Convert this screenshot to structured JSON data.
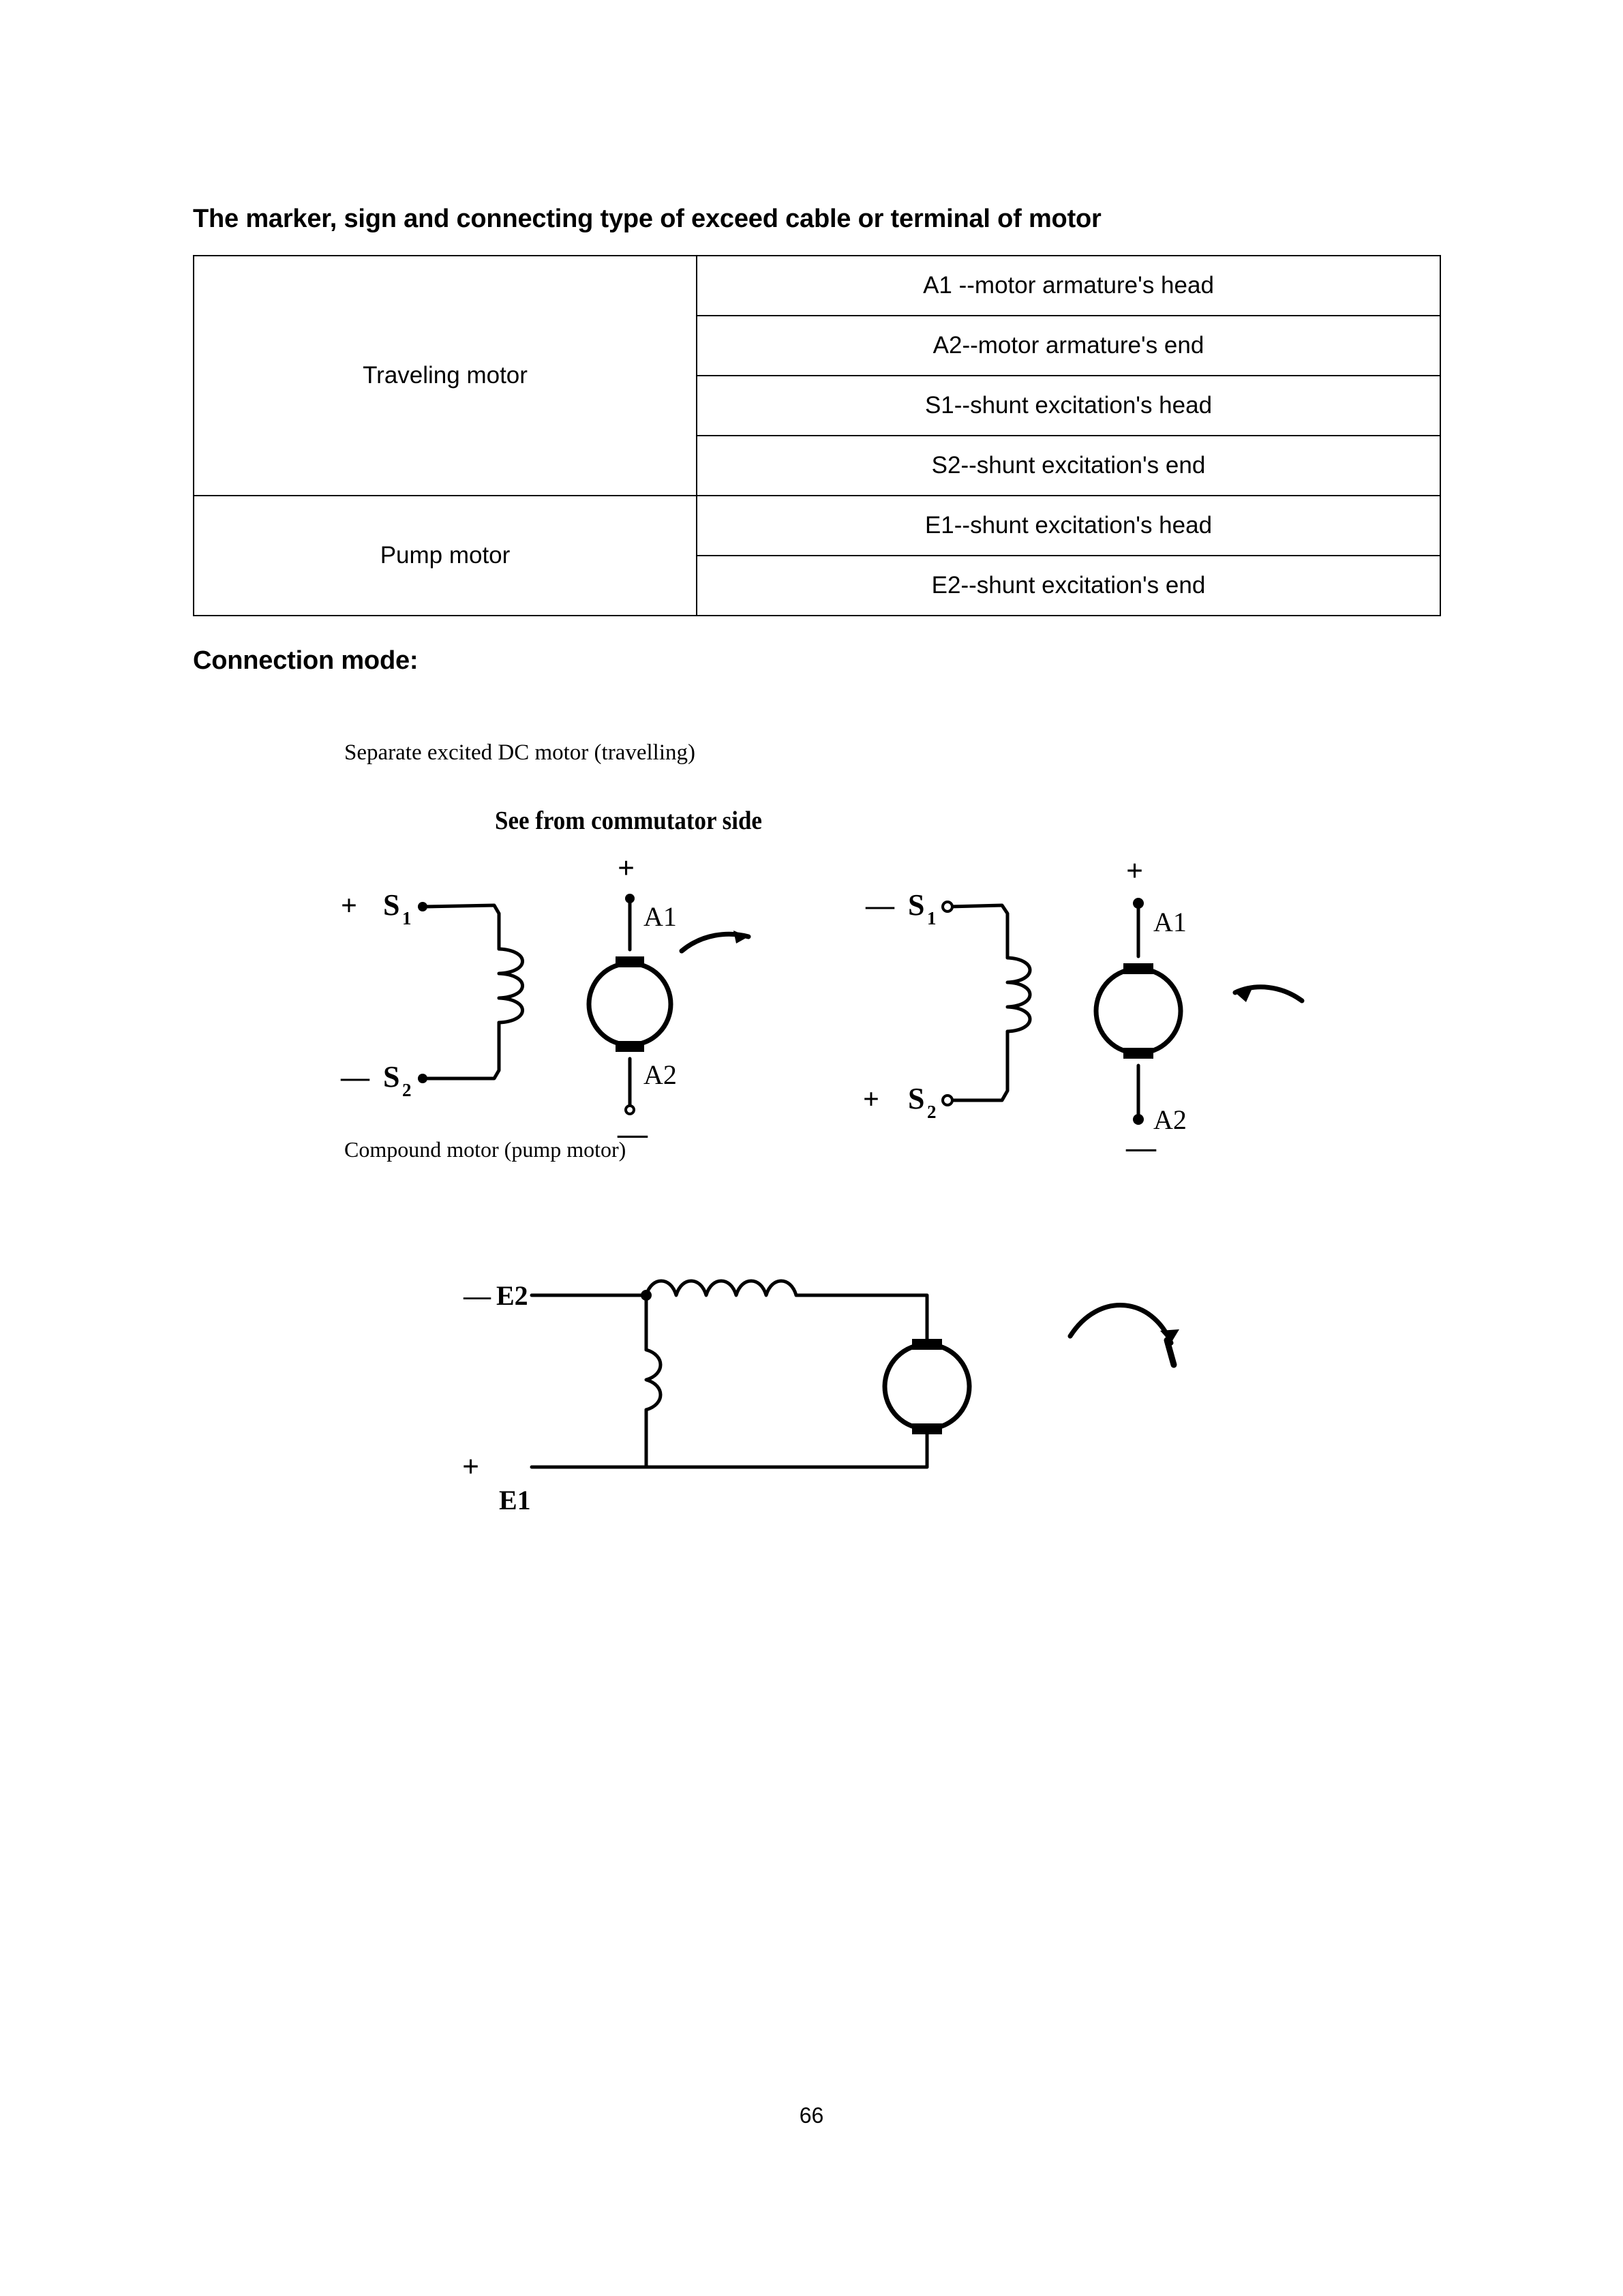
{
  "document": {
    "title_heading": "The marker, sign and connecting type of exceed cable or terminal of motor",
    "connection_heading": "Connection mode:",
    "page_number": "66"
  },
  "table": {
    "rows": [
      {
        "group": "Traveling motor",
        "values": [
          "A1 --motor armature's head",
          "A2--motor armature's end",
          "S1--shunt excitation's head",
          "S2--shunt excitation's end"
        ]
      },
      {
        "group": "Pump motor",
        "values": [
          "E1--shunt excitation's head",
          "E2--shunt excitation's end"
        ]
      }
    ]
  },
  "diagrams": {
    "separate_excited": {
      "caption": "Separate excited DC motor (travelling)",
      "view_note": "See from commutator side",
      "left": {
        "field_top_sign": "+",
        "field_top_label": "S",
        "field_top_sub": "1",
        "field_bottom_sign": "—",
        "field_bottom_label": "S",
        "field_bottom_sub": "2",
        "armature_top_sign": "+",
        "armature_top_label": "A1",
        "armature_bottom_label": "A2",
        "armature_bottom_sign": "—",
        "rotation": "clockwise"
      },
      "right": {
        "field_top_sign": "—",
        "field_top_label": "S",
        "field_top_sub": "1",
        "field_bottom_sign": "+",
        "field_bottom_label": "S",
        "field_bottom_sub": "2",
        "armature_top_sign": "+",
        "armature_top_label": "A1",
        "armature_bottom_label": "A2",
        "armature_bottom_sign": "—",
        "rotation": "counter-clockwise"
      }
    },
    "compound": {
      "caption": "Compound motor  (pump motor)",
      "top_sign": "—",
      "top_label": "E2",
      "bottom_sign": "+",
      "bottom_label": "E1",
      "rotation": "clockwise"
    }
  },
  "colors": {
    "ink": "#000000",
    "paper": "#ffffff"
  }
}
